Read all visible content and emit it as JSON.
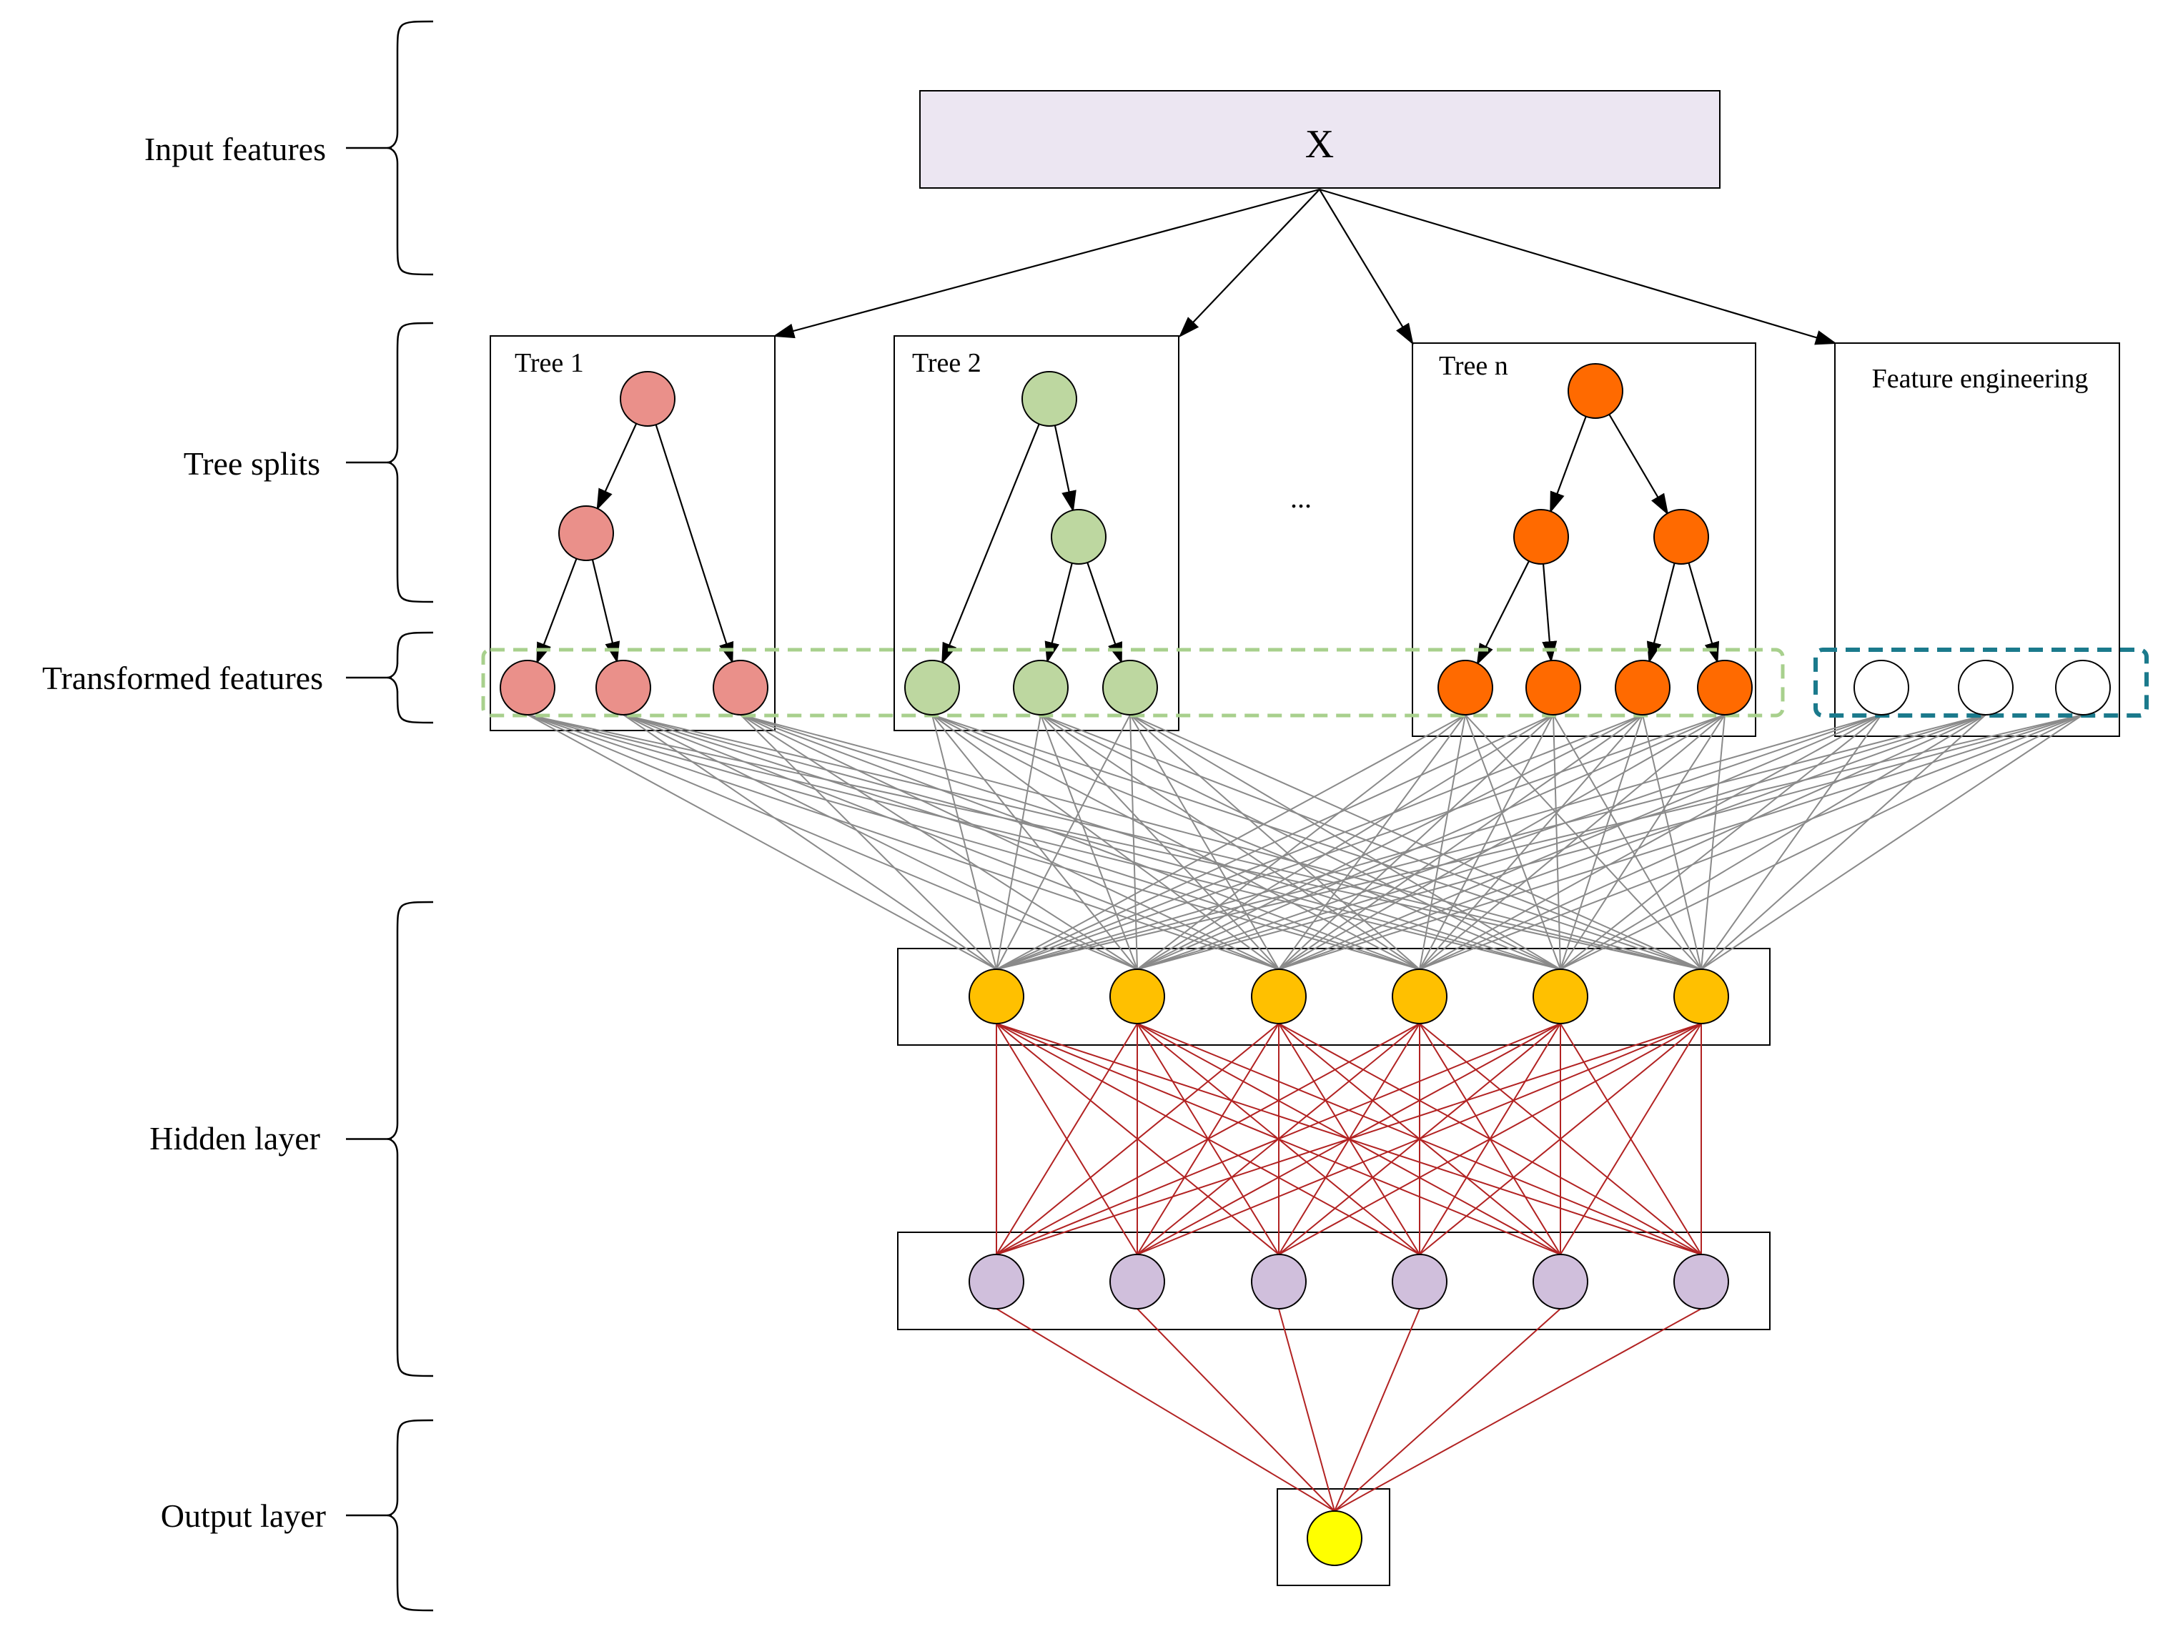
{
  "row_labels": {
    "input": "Input features",
    "splits": "Tree splits",
    "transformed": "Transformed features",
    "hidden": "Hidden layer",
    "output": "Output layer"
  },
  "input_box": {
    "label": "X"
  },
  "trees": [
    {
      "label": "Tree 1"
    },
    {
      "label": "Tree 2"
    },
    {
      "label": "Tree n"
    }
  ],
  "ellipsis": "...",
  "feature_engineering": {
    "label": "Feature engineering"
  },
  "colors": {
    "tree1": "#ea908a",
    "tree2": "#bdd7a0",
    "treen": "#ff6a00",
    "engineered": "#ffffff",
    "hidden1": "#ffc000",
    "hidden2": "#d0bfdc",
    "output": "#ffff00",
    "input_box": "#ece6f2",
    "green_dash": "#a8d08d",
    "teal_dash": "#1b7a8c",
    "grey_edges": "#8a8a8a",
    "red_edges": "#b22222"
  }
}
